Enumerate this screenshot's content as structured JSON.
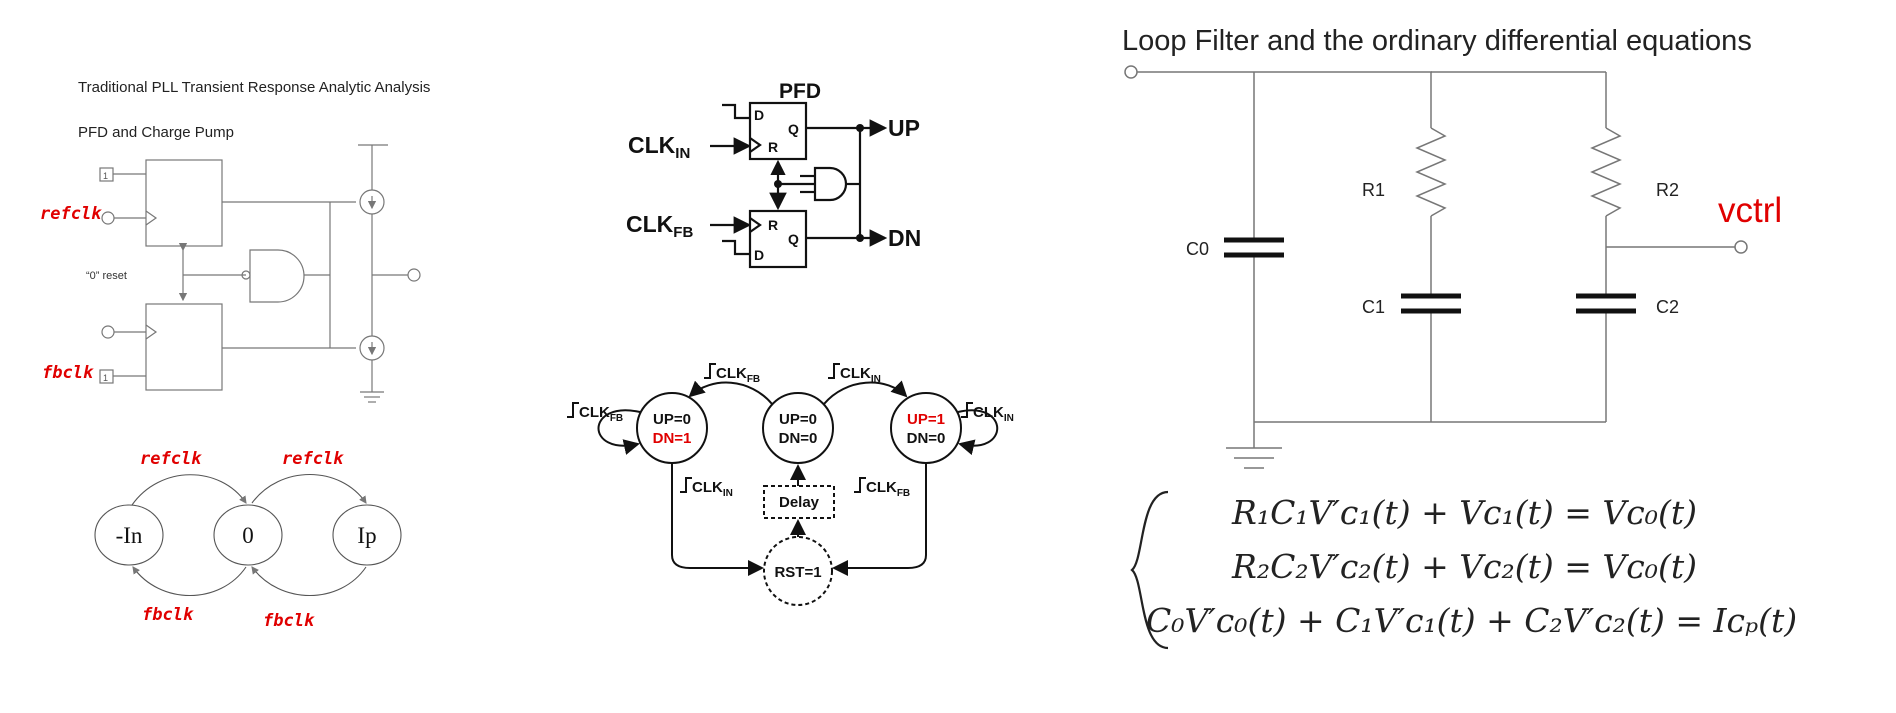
{
  "panel_left": {
    "title": "Traditional PLL Transient Response Analytic Analysis",
    "subtitle": "PFD and Charge Pump",
    "reset_label": "“0” reset",
    "refclk_label": "refclk",
    "fbclk_label": "fbclk",
    "tie_high_1": "1",
    "tie_high_2": "1",
    "state_neg": "-In",
    "state_zero": "0",
    "state_pos": "Ip",
    "edge_refclk_1": "refclk",
    "edge_refclk_2": "refclk",
    "edge_fbclk_1": "fbclk",
    "edge_fbclk_2": "fbclk"
  },
  "panel_mid": {
    "pfd_title": "PFD",
    "clk_in": "CLK",
    "clk_in_sub": "IN",
    "clk_fb": "CLK",
    "clk_fb_sub": "FB",
    "ff_d_top": "D",
    "ff_q_top": "Q",
    "ff_r_top": "R",
    "ff_r_bot": "R",
    "ff_q_bot": "Q",
    "ff_d_bot": "D",
    "out_up": "UP",
    "out_dn": "DN",
    "state_left_line1": "UP=0",
    "state_left_line2": "DN=1",
    "state_mid_line1": "UP=0",
    "state_mid_line2": "DN=0",
    "state_right_line1": "UP=1",
    "state_right_line2": "DN=0",
    "delay_label": "Delay",
    "rst_label": "RST=1",
    "edge_clk": "CLK",
    "edge_fb_sub": "FB",
    "edge_in_sub": "IN"
  },
  "panel_right": {
    "title": "Loop Filter and the ordinary differential equations",
    "c0": "C0",
    "r1": "R1",
    "c1": "C1",
    "r2": "R2",
    "c2": "C2",
    "vctrl": "vctrl",
    "eq1": "R₁C₁V′ᴄ₁(t) + Vᴄ₁(t) = Vᴄ₀(t)",
    "eq2": "R₂C₂V′ᴄ₂(t) + Vᴄ₂(t) = Vᴄ₀(t)",
    "eq3": "C₀V′ᴄ₀(t) + C₁V′ᴄ₁(t) + C₂V′ᴄ₂(t) = Iᴄₚ(t)"
  },
  "colors": {
    "accent_red": "#e00000",
    "line": "#555555",
    "dark": "#111111"
  }
}
